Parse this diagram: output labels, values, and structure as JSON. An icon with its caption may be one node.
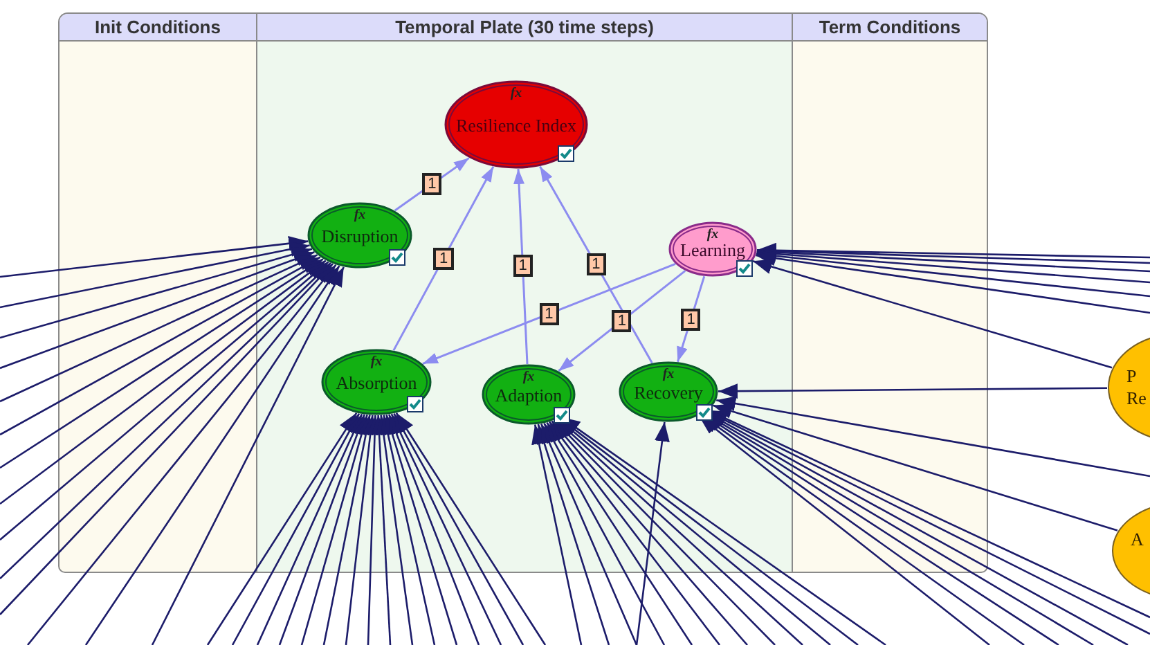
{
  "diagram": {
    "nodes": [
      {
        "text": [
          "fx",
          "Resilience Index"
        ]
      },
      {
        "text": [
          "fx",
          "Disruption"
        ]
      },
      {
        "text": [
          "fx",
          "Learning"
        ]
      },
      {
        "text": [
          "fx",
          "Absorption"
        ]
      },
      {
        "text": [
          "fx",
          "Adaption"
        ]
      },
      {
        "text": [
          "fx",
          "Recovery"
        ]
      },
      {
        "text": [
          "P Re"
        ]
      },
      {
        "text": [
          "A"
        ]
      }
    ],
    "edges": [
      {
        "from": 1,
        "to": 0,
        "arrow": "to",
        "label": "1",
        "color": "#8c8cf0"
      },
      {
        "from": 3,
        "to": 0,
        "arrow": "to",
        "label": "1",
        "color": "#8c8cf0"
      },
      {
        "from": 4,
        "to": 0,
        "arrow": "to",
        "label": "1",
        "color": "#8c8cf0"
      },
      {
        "from": 5,
        "to": 0,
        "arrow": "to",
        "label": "1",
        "color": "#8c8cf0"
      },
      {
        "from": 2,
        "to": 3,
        "arrow": "to",
        "label": "1",
        "color": "#8c8cf0"
      },
      {
        "from": 2,
        "to": 4,
        "arrow": "to",
        "label": "1",
        "color": "#8c8cf0"
      },
      {
        "from": 2,
        "to": 5,
        "arrow": "to",
        "label": "1",
        "color": "#8c8cf0"
      },
      {
        "from": null,
        "to": 1,
        "arrow": "to"
      },
      {
        "from": null,
        "to": 1,
        "arrow": "to"
      },
      {
        "from": null,
        "to": 1,
        "arrow": "to"
      },
      {
        "from": null,
        "to": 1,
        "arrow": "to"
      },
      {
        "from": null,
        "to": 1,
        "arrow": "to"
      },
      {
        "from": null,
        "to": 1,
        "arrow": "to"
      },
      {
        "from": null,
        "to": 1,
        "arrow": "to"
      },
      {
        "from": null,
        "to": 1,
        "arrow": "to"
      },
      {
        "from": null,
        "to": 1,
        "arrow": "to"
      },
      {
        "from": null,
        "to": 1,
        "arrow": "to"
      },
      {
        "from": null,
        "to": 1,
        "arrow": "to"
      },
      {
        "from": null,
        "to": 1,
        "arrow": "to"
      },
      {
        "from": null,
        "to": 1,
        "arrow": "to"
      },
      {
        "from": null,
        "to": 1,
        "arrow": "to"
      },
      {
        "from": null,
        "to": 3,
        "arrow": "to"
      },
      {
        "from": null,
        "to": 3,
        "arrow": "to"
      },
      {
        "from": null,
        "to": 3,
        "arrow": "to"
      },
      {
        "from": null,
        "to": 3,
        "arrow": "to"
      },
      {
        "from": null,
        "to": 3,
        "arrow": "to"
      },
      {
        "from": null,
        "to": 3,
        "arrow": "to"
      },
      {
        "from": null,
        "to": 3,
        "arrow": "to"
      },
      {
        "from": null,
        "to": 3,
        "arrow": "to"
      },
      {
        "from": null,
        "to": 3,
        "arrow": "to"
      },
      {
        "from": null,
        "to": 3,
        "arrow": "to"
      },
      {
        "from": null,
        "to": 3,
        "arrow": "to"
      },
      {
        "from": null,
        "to": 3,
        "arrow": "to"
      },
      {
        "from": null,
        "to": 3,
        "arrow": "to"
      },
      {
        "from": null,
        "to": 3,
        "arrow": "to"
      },
      {
        "from": null,
        "to": 3,
        "arrow": "to"
      },
      {
        "from": null,
        "to": 3,
        "arrow": "to"
      },
      {
        "from": null,
        "to": 4,
        "arrow": "to"
      },
      {
        "from": null,
        "to": 4,
        "arrow": "to"
      },
      {
        "from": null,
        "to": 4,
        "arrow": "to"
      },
      {
        "from": null,
        "to": 4,
        "arrow": "to"
      },
      {
        "from": null,
        "to": 4,
        "arrow": "to"
      },
      {
        "from": null,
        "to": 4,
        "arrow": "to"
      },
      {
        "from": null,
        "to": 4,
        "arrow": "to"
      },
      {
        "from": null,
        "to": 4,
        "arrow": "to"
      },
      {
        "from": null,
        "to": 4,
        "arrow": "to"
      },
      {
        "from": null,
        "to": 4,
        "arrow": "to"
      },
      {
        "from": null,
        "to": 4,
        "arrow": "to"
      },
      {
        "from": null,
        "to": 4,
        "arrow": "to"
      },
      {
        "from": null,
        "to": 5,
        "arrow": "to"
      },
      {
        "from": null,
        "to": 5,
        "arrow": "to"
      },
      {
        "from": null,
        "to": 5,
        "arrow": "to"
      },
      {
        "from": null,
        "to": 5,
        "arrow": "to"
      },
      {
        "from": null,
        "to": 5,
        "arrow": "to"
      },
      {
        "from": null,
        "to": 5,
        "arrow": "to"
      },
      {
        "from": null,
        "to": 5,
        "arrow": "to"
      },
      {
        "from": null,
        "to": 5,
        "arrow": "to"
      },
      {
        "from": null,
        "to": 5,
        "arrow": "to"
      },
      {
        "from": null,
        "to": 2,
        "arrow": "to"
      },
      {
        "from": null,
        "to": 2,
        "arrow": "to"
      },
      {
        "from": null,
        "to": 2,
        "arrow": "to"
      },
      {
        "from": null,
        "to": 2,
        "arrow": "to"
      },
      {
        "from": null,
        "to": 2,
        "arrow": "to"
      },
      {
        "from": null,
        "to": 2,
        "arrow": "to"
      },
      {
        "from": 6,
        "to": 2,
        "arrow": "to"
      },
      {
        "from": 6,
        "to": 5,
        "arrow": "to"
      },
      {
        "from": 7,
        "to": 5,
        "arrow": "to"
      }
    ],
    "labels": [
      "Init Conditions",
      "Temporal Plate (30 time steps)",
      "Term Conditions"
    ]
  }
}
